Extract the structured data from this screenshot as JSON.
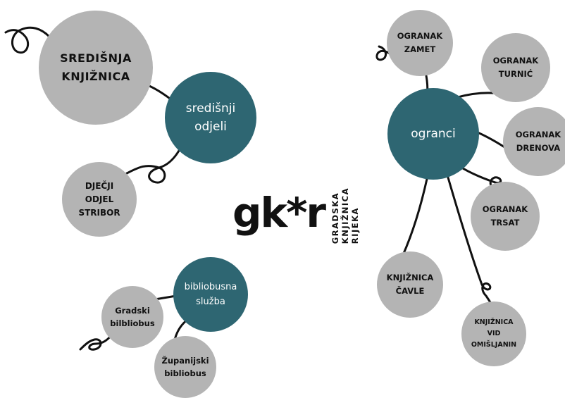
{
  "logo": {
    "mark": "gk*r",
    "lines": [
      "GRADSKA",
      "KNJIŽNICA",
      "RIJEKA"
    ]
  },
  "nodes": {
    "sredisnja": "SREDIŠNJA\nKNJIŽNICA",
    "sredisnji_odjeli": "središnji\nodjeli",
    "djecji": "DJEČJI\nODJEL\nSTRIBOR",
    "bibliobusna": "bibliobusna\nslužba",
    "gradski": "Gradski\nbilbliobus",
    "zupanijski": "Županijski\nbibliobus",
    "ogranci": "ogranci",
    "zamet": "OGRANAK\nZAMET",
    "turnic": "OGRANAK\nTURNIĆ",
    "drenova": "OGRANAK\nDRENOVA",
    "trsat": "OGRANAK\nTRSAT",
    "cavle": "KNJIŽNICA\nČAVLE",
    "vid": "KNJIŽNICA\nVID\nOMIŠLJANIN"
  },
  "colors": {
    "gray_node": "#b4b4b4",
    "teal_node": "#2e6672",
    "line": "#111111"
  }
}
